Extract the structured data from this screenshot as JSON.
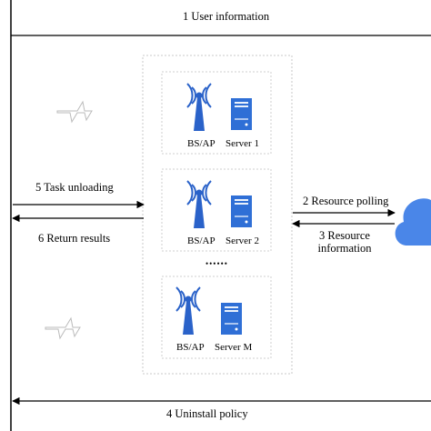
{
  "arrows": {
    "user_information": "1 User information",
    "resource_polling": "2 Resource polling",
    "resource_information_line1": "3 Resource",
    "resource_information_line2": "information",
    "uninstall_policy": "4 Uninstall policy",
    "task_unloading": "5 Task unloading",
    "return_results": "6 Return results"
  },
  "nodes": [
    {
      "bs_label": "BS/AP",
      "server_label": "Server 1"
    },
    {
      "bs_label": "BS/AP",
      "server_label": "Server 2"
    },
    {
      "bs_label": "BS/AP",
      "server_label": "Server M"
    }
  ],
  "ellipsis": "••••••",
  "colors": {
    "server_blue": "#2f6fd6",
    "cloud_blue": "#4a86e8",
    "tower_blue": "#2a62c9",
    "dash_border": "#c8c8c8",
    "node_border": "#cfcfcf"
  },
  "icons": [
    "antenna-tower-icon",
    "server-icon",
    "cloud-icon",
    "wireless-lightning-icon"
  ]
}
